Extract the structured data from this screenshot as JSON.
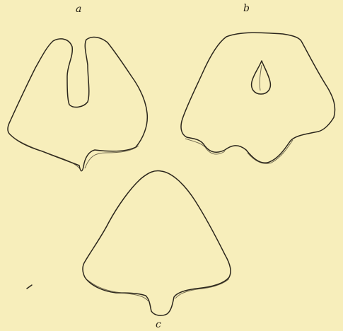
{
  "figures": [
    {
      "id": "a",
      "label": "a"
    },
    {
      "id": "b",
      "label": "b"
    },
    {
      "id": "c",
      "label": "c"
    }
  ],
  "colors": {
    "paper": "#f7eebb",
    "ink": "#2b261c"
  }
}
